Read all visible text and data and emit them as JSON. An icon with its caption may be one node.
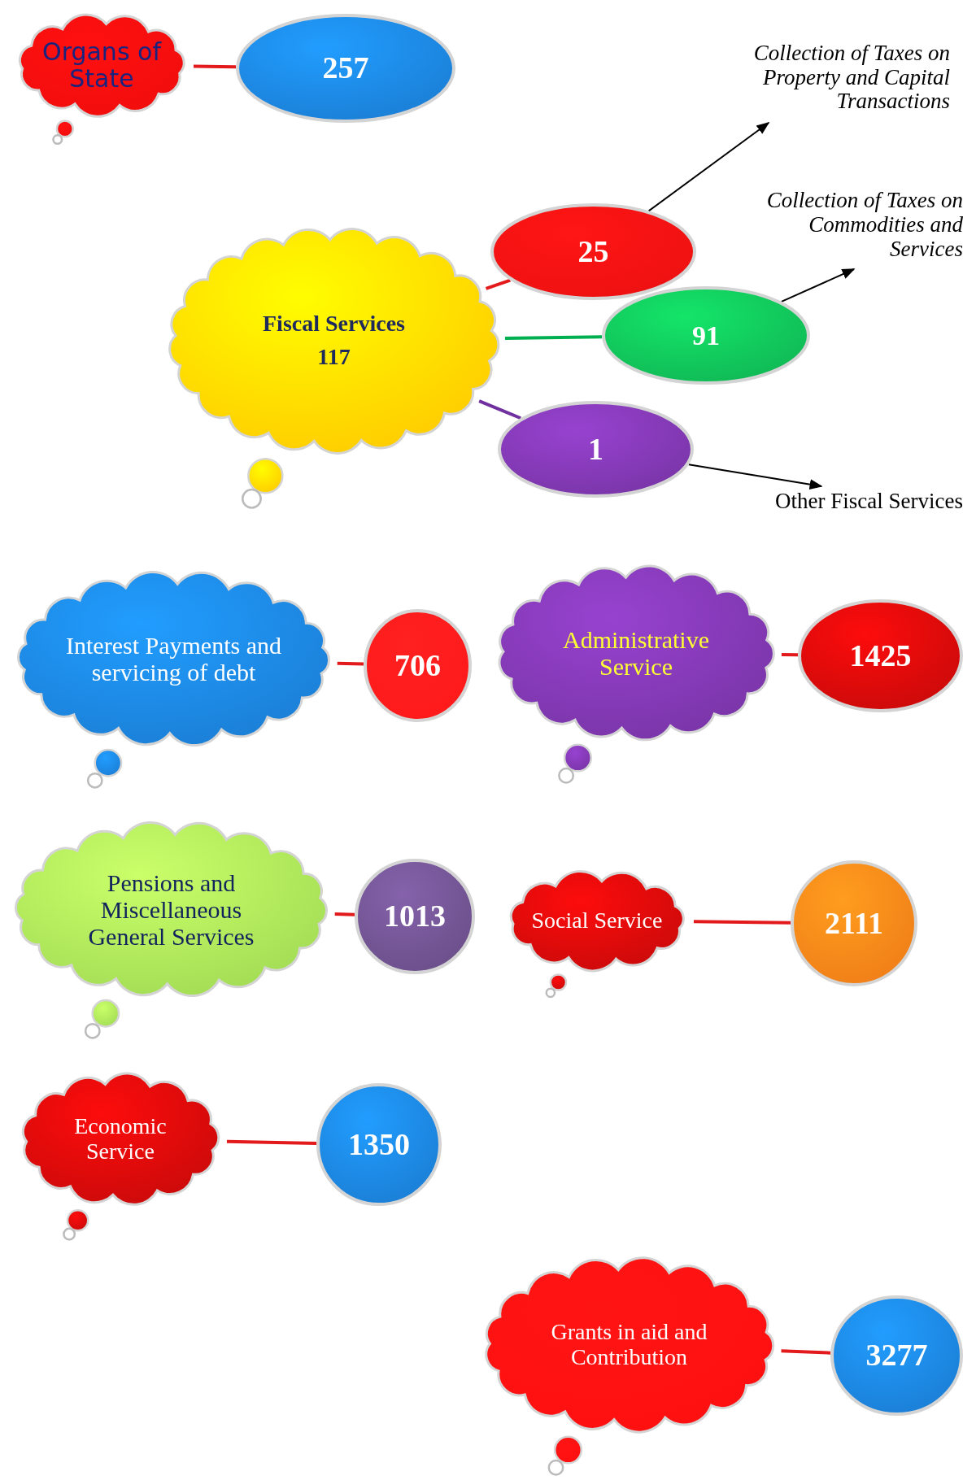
{
  "diagram": {
    "nodes": [
      {
        "text": [
          "Organs of State"
        ]
      },
      {
        "text": [
          "257"
        ]
      },
      {
        "text": [
          "Fiscal Services",
          "117"
        ]
      },
      {
        "text": [
          "25"
        ]
      },
      {
        "text": [
          "91"
        ]
      },
      {
        "text": [
          "1"
        ]
      },
      {
        "text": [
          "Collection of Taxes on Property and Capital Transactions"
        ]
      },
      {
        "text": [
          "Collection of Taxes on Commodities and Services"
        ]
      },
      {
        "text": [
          "Other Fiscal Services"
        ]
      },
      {
        "text": [
          "Interest Payments and servicing of debt"
        ]
      },
      {
        "text": [
          "706"
        ]
      },
      {
        "text": [
          "Administrative Service"
        ]
      },
      {
        "text": [
          "1425"
        ]
      },
      {
        "text": [
          "Pensions and Miscellaneous General Services"
        ]
      },
      {
        "text": [
          "1013"
        ]
      },
      {
        "text": [
          "Social Service"
        ]
      },
      {
        "text": [
          "2111"
        ]
      },
      {
        "text": [
          "Economic Service"
        ]
      },
      {
        "text": [
          "1350"
        ]
      },
      {
        "text": [
          "Grants in aid  and Contribution"
        ]
      },
      {
        "text": [
          "3277"
        ]
      }
    ],
    "edges": [
      {
        "from": 0,
        "to": 1,
        "arrow": "none"
      },
      {
        "from": 2,
        "to": 3,
        "arrow": "none"
      },
      {
        "from": 2,
        "to": 4,
        "arrow": "none",
        "color": "#00b050"
      },
      {
        "from": 2,
        "to": 5,
        "arrow": "none",
        "color": "#7030a0"
      },
      {
        "from": 3,
        "to": 6,
        "arrow": "to",
        "color": "#000000"
      },
      {
        "from": 4,
        "to": 7,
        "arrow": "to",
        "color": "#000000"
      },
      {
        "from": 5,
        "to": 8,
        "arrow": "to",
        "color": "#000000"
      },
      {
        "from": 9,
        "to": 10,
        "arrow": "none"
      },
      {
        "from": 11,
        "to": 12,
        "arrow": "none"
      },
      {
        "from": 13,
        "to": 14,
        "arrow": "none"
      },
      {
        "from": 15,
        "to": 16,
        "arrow": "none"
      },
      {
        "from": 17,
        "to": 18,
        "arrow": "none"
      },
      {
        "from": 19,
        "to": 20,
        "arrow": "none"
      }
    ]
  }
}
